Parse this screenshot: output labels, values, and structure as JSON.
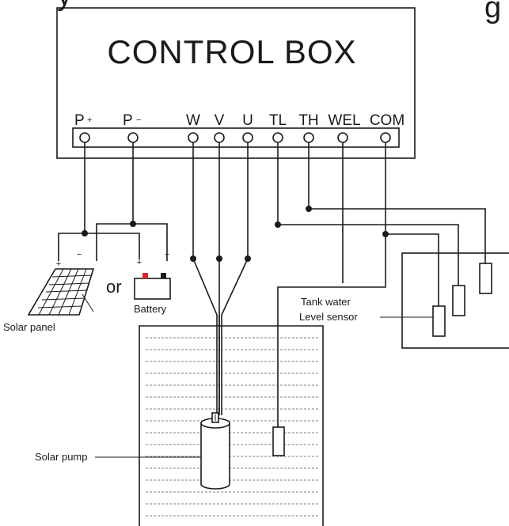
{
  "header_partial": "y",
  "header_partial_right": "g",
  "control_box": {
    "title": "CONTROL BOX",
    "terminals": [
      {
        "label": "P",
        "sign": "+"
      },
      {
        "label": "P",
        "sign": "−"
      },
      {
        "label": "W"
      },
      {
        "label": "V"
      },
      {
        "label": "U"
      },
      {
        "label": "TL"
      },
      {
        "label": "TH"
      },
      {
        "label": "WEL"
      },
      {
        "label": "COM"
      }
    ]
  },
  "solar_panel": {
    "label": "Solar panel",
    "plus": "+",
    "minus": "−"
  },
  "or_label": "or",
  "battery": {
    "label": "Battery",
    "plus": "+",
    "minus": "−",
    "terminal_color": "#e0262b"
  },
  "tank_sensor": {
    "line1": "Tank water",
    "line2": "Level sensor"
  },
  "pump": {
    "label": "Solar pump"
  }
}
